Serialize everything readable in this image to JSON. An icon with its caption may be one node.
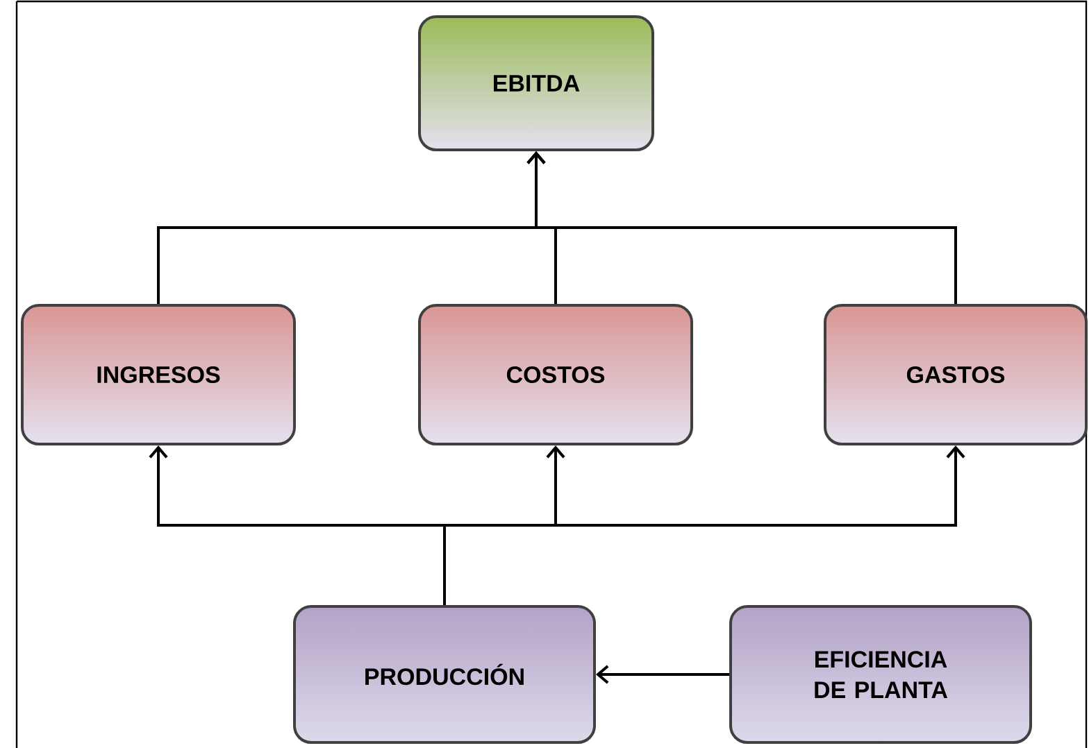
{
  "diagram": {
    "nodes": [
      {
        "text": [
          "EBITDA"
        ]
      },
      {
        "text": [
          "INGRESOS"
        ]
      },
      {
        "text": [
          "COSTOS"
        ]
      },
      {
        "text": [
          "GASTOS"
        ]
      },
      {
        "text": [
          "PRODUCCIÓN"
        ]
      },
      {
        "text": [
          "EFICIENCIA DE PLANTA"
        ]
      }
    ],
    "edges": [
      {
        "from": 1,
        "to": 0,
        "arrow": "to"
      },
      {
        "from": 2,
        "to": 0,
        "arrow": "to"
      },
      {
        "from": 3,
        "to": 0,
        "arrow": "to"
      },
      {
        "from": 4,
        "to": 1,
        "arrow": "to"
      },
      {
        "from": 4,
        "to": 2,
        "arrow": "to"
      },
      {
        "from": 4,
        "to": 3,
        "arrow": "to"
      },
      {
        "from": 5,
        "to": 4,
        "arrow": "to"
      }
    ]
  }
}
